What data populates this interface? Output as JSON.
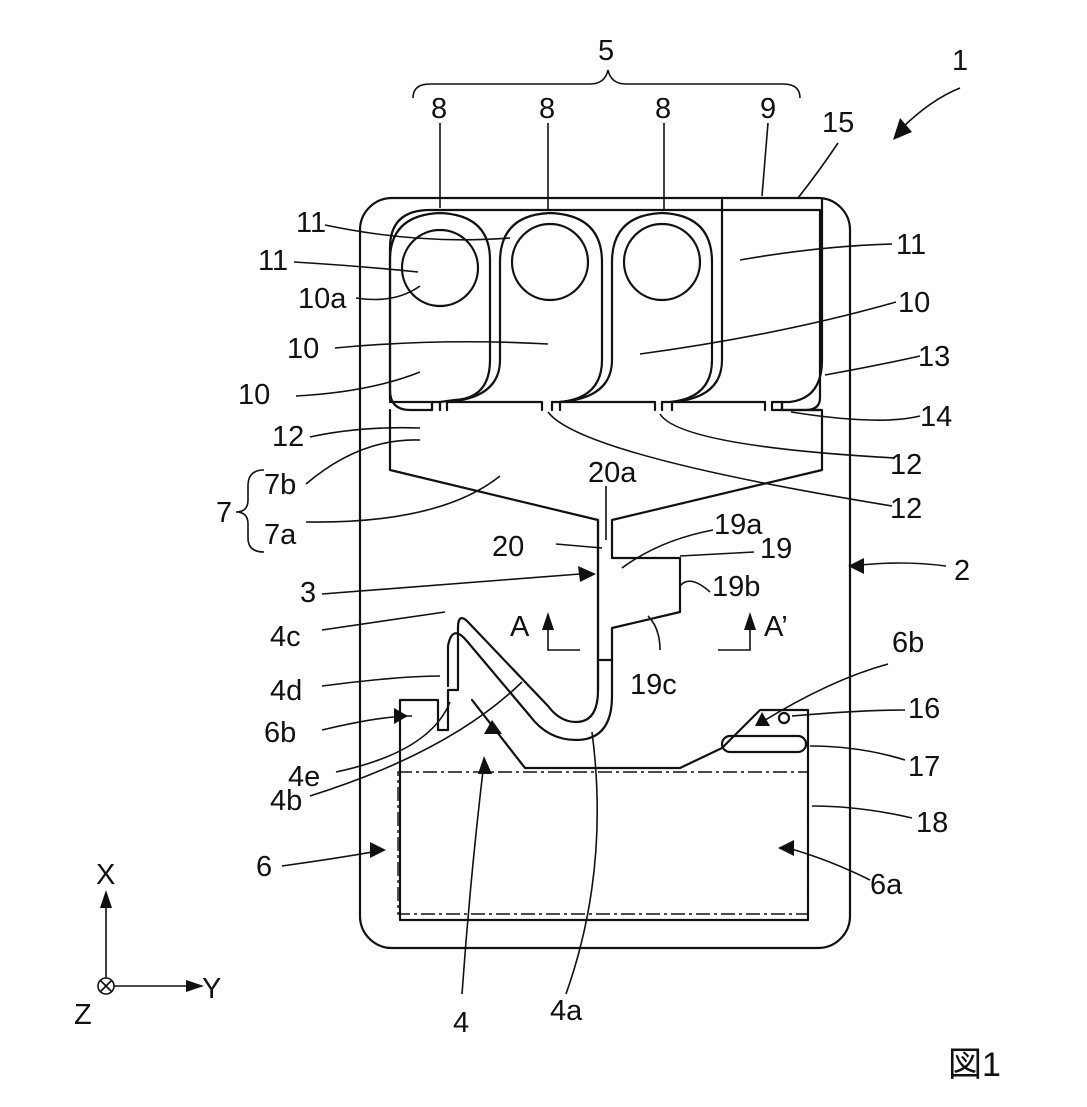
{
  "figure_label": "図1",
  "axes": {
    "x": "X",
    "y": "Y",
    "z": "Z"
  },
  "labels": {
    "n1": "1",
    "n2": "2",
    "n3": "3",
    "n4": "4",
    "n4a": "4a",
    "n4b": "4b",
    "n4c": "4c",
    "n4d": "4d",
    "n4e": "4e",
    "n5": "5",
    "n6": "6",
    "n6a": "6a",
    "n6b": "6b",
    "n7": "7",
    "n7a": "7a",
    "n7b": "7b",
    "n8": "8",
    "n9": "9",
    "n10": "10",
    "n10a": "10a",
    "n11": "11",
    "n12": "12",
    "n13": "13",
    "n14": "14",
    "n15": "15",
    "n16": "16",
    "n17": "17",
    "n18": "18",
    "n19": "19",
    "n19a": "19a",
    "n19b": "19b",
    "n19c": "19c",
    "n20": "20",
    "n20a": "20a",
    "A": "A",
    "Aprime": "A’"
  }
}
